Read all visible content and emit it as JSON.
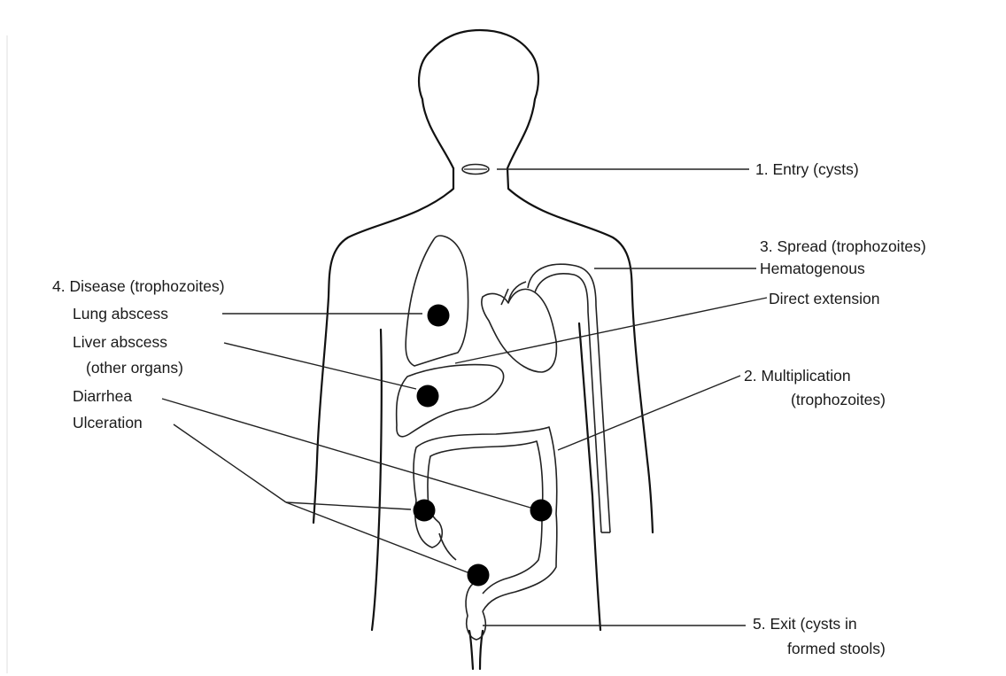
{
  "labels": {
    "entry": "1. Entry (cysts)",
    "multiplication_1": "2. Multiplication",
    "multiplication_2": "(trophozoites)",
    "spread": "3. Spread (trophozoites)",
    "hematogenous": "Hematogenous",
    "direct_extension": "Direct extension",
    "disease": "4. Disease (trophozoites)",
    "lung_abscess": "Lung abscess",
    "liver_abscess": "Liver abscess",
    "other_organs": "(other organs)",
    "diarrhea": "Diarrhea",
    "ulceration": "Ulceration",
    "exit_1": "5. Exit (cysts in",
    "exit_2": "formed stools)"
  },
  "colors": {
    "line": "#111111",
    "text": "#1a1a1a",
    "dot": "#000000"
  }
}
